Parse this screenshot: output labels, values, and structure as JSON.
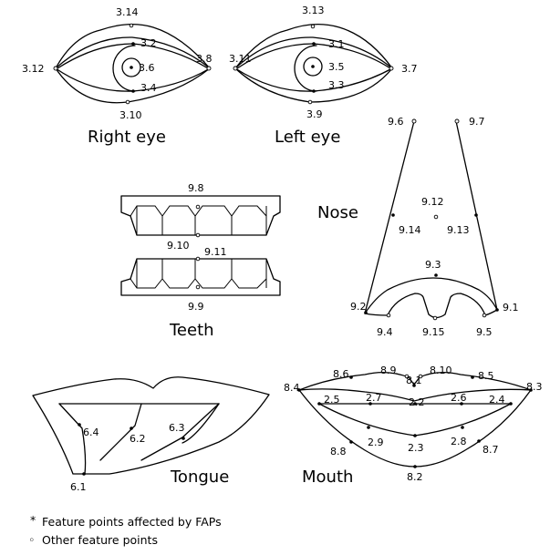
{
  "titles": {
    "right_eye": "Right eye",
    "left_eye": "Left eye",
    "nose": "Nose",
    "teeth": "Teeth",
    "tongue": "Tongue",
    "mouth": "Mouth"
  },
  "labels": {
    "re_3_14": "3.14",
    "re_3_2": "3.2",
    "re_3_6": "3.6",
    "re_3_4": "3.4",
    "re_3_8": "3.8",
    "re_3_12": "3.12",
    "re_3_10": "3.10",
    "le_3_13": "3.13",
    "le_3_1": "3.1",
    "le_3_5": "3.5",
    "le_3_3": "3.3",
    "le_3_7": "3.7",
    "le_3_11": "3.11",
    "le_3_9": "3.9",
    "n_9_6": "9.6",
    "n_9_7": "9.7",
    "n_9_12": "9.12",
    "n_9_14": "9.14",
    "n_9_13": "9.13",
    "n_9_3": "9.3",
    "n_9_2": "9.2",
    "n_9_1": "9.1",
    "n_9_4": "9.4",
    "n_9_15": "9.15",
    "n_9_5": "9.5",
    "t_9_8": "9.8",
    "t_9_10": "9.10",
    "t_9_11": "9.11",
    "t_9_9": "9.9",
    "tg_6_4": "6.4",
    "tg_6_2": "6.2",
    "tg_6_3": "6.3",
    "tg_6_1": "6.1",
    "m_8_4": "8.4",
    "m_8_6": "8.6",
    "m_8_9": "8.9",
    "m_8_1": "8.1",
    "m_8_10": "8.10",
    "m_8_5": "8.5",
    "m_8_3": "8.3",
    "m_2_5": "2.5",
    "m_2_7": "2.7",
    "m_2_2": "2.2",
    "m_2_6": "2.6",
    "m_2_4": "2.4",
    "m_2_9": "2.9",
    "m_2_3": "2.3",
    "m_2_8": "2.8",
    "m_8_8": "8.8",
    "m_8_7": "8.7",
    "m_8_2": "8.2"
  },
  "legend": {
    "affected_marker": "*",
    "affected_text": "Feature points affected by FAPs",
    "other_marker": "◦",
    "other_text": "Other feature points"
  }
}
